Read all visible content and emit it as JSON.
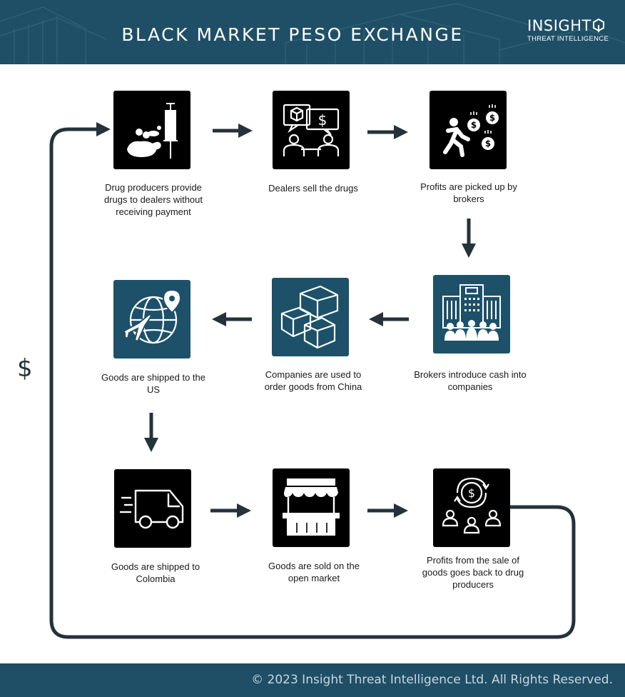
{
  "header": {
    "title": "BLACK MARKET PESO EXCHANGE",
    "brand_name": "INSIGHT",
    "brand_sub": "THREAT INTELLIGENCE"
  },
  "steps": [
    {
      "label": "Drug producers provide drugs to dealers without receiving payment",
      "icon": "drugs-icon"
    },
    {
      "label": "Dealers sell the drugs",
      "icon": "dealers-icon"
    },
    {
      "label": "Profits are picked up by brokers",
      "icon": "broker-pickup-icon"
    },
    {
      "label": "Brokers introduce cash into companies",
      "icon": "company-building-icon"
    },
    {
      "label": "Companies are used to order goods from China",
      "icon": "boxes-icon"
    },
    {
      "label": "Goods are shipped to the US",
      "icon": "globe-plane-icon"
    },
    {
      "label": "Goods are shipped to Colombia",
      "icon": "truck-icon"
    },
    {
      "label": "Goods are sold on the open market",
      "icon": "market-stall-icon"
    },
    {
      "label": "Profits from the sale of goods goes back to drug producers",
      "icon": "money-cycle-icon"
    }
  ],
  "loop_symbol": "$",
  "colors": {
    "header_bg": "#1f4f66",
    "tile_black": "#000000",
    "tile_teal": "#1d5169",
    "arrow": "#24323a"
  },
  "footer": {
    "text": "© 2023 Insight Threat Intelligence Ltd. All Rights Reserved."
  }
}
